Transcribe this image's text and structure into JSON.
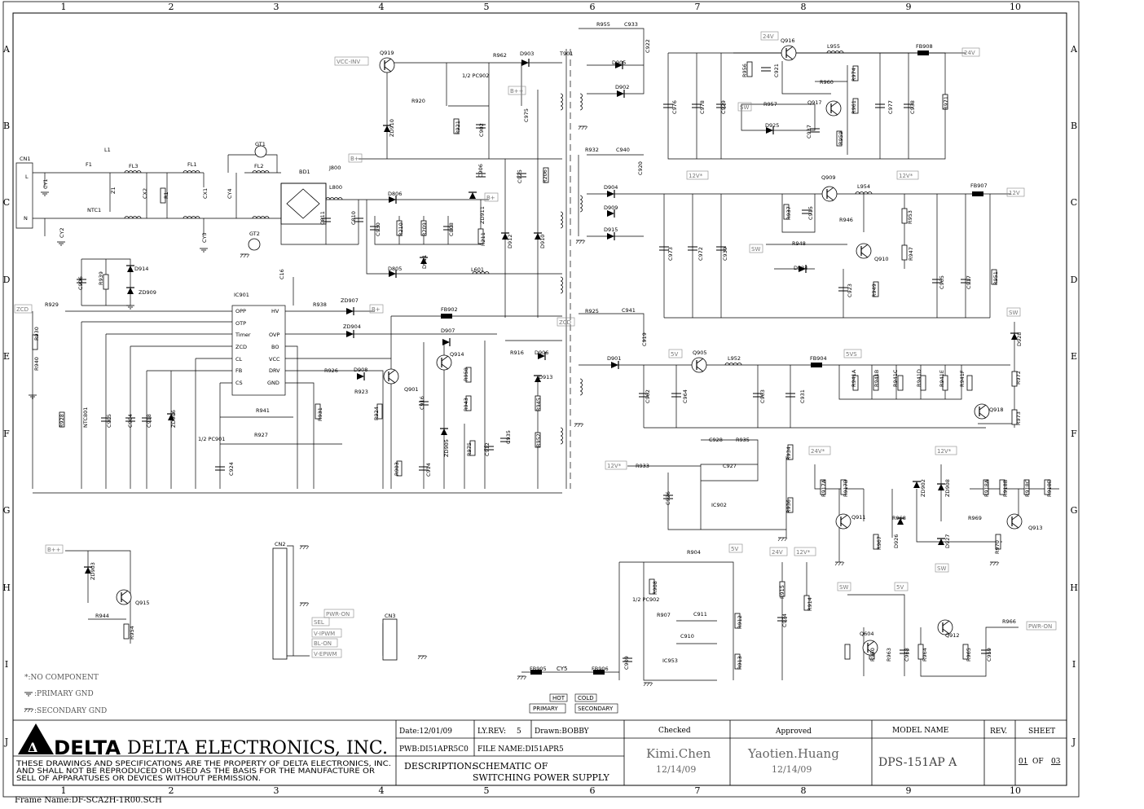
{
  "grid": {
    "columns": [
      "1",
      "2",
      "3",
      "4",
      "5",
      "6",
      "7",
      "8",
      "9",
      "10"
    ],
    "rows": [
      "A",
      "B",
      "C",
      "D",
      "E",
      "F",
      "G",
      "H",
      "I",
      "J"
    ]
  },
  "title_block": {
    "company": "DELTA ELECTRONICS, INC.",
    "logo_text": "DELTA",
    "disclaimer": [
      "THESE DRAWINGS AND SPECIFICATIONS ARE THE PROPERTY OF DELTA ELECTRONICS, INC.",
      "AND SHALL NOT BE REPRODUCED OR USED AS THE BASIS FOR THE MANUFACTURE OR",
      "SELL OF APPARATUSES OR DEVICES WITHOUT PERMISSION."
    ],
    "date": "Date:12/01/09",
    "ly_rev_label": "LY.REV:",
    "ly_rev": "5",
    "drawn": "Drawn:BOBBY",
    "pwb": "PWB:DI51APR5C0",
    "file_name": "FILE NAME:DI51APR5",
    "description_label": "DESCRIPTION:",
    "description_1": "SCHEMATIC OF",
    "description_2": "SWITCHING POWER SUPPLY",
    "checked_label": "Checked",
    "checked_by": "Kimi.Chen",
    "checked_date": "12/14/09",
    "approved_label": "Approved",
    "approved_by": "Yaotien.Huang",
    "approved_date": "12/14/09",
    "model_label": "MODEL NAME",
    "model": "DPS-151AP A",
    "rev_label": "REV.",
    "sheet_label": "SHEET",
    "sheet_no": "01",
    "of_label": "OF",
    "sheet_total": "03"
  },
  "legend": {
    "no_component": "*:NO COMPONENT",
    "primary_gnd": ":PRIMARY GND",
    "secondary_gnd": ":SECONDARY GND"
  },
  "frame_name": "Frame Name:DF-SCA2H-1R00.SCH",
  "isolation": {
    "hot": "HOT",
    "cold": "COLD",
    "primary": "PRIMARY",
    "secondary": "SECONDARY",
    "cap": "CY5"
  },
  "labels": [
    {
      "t": "CN1"
    },
    {
      "t": "L"
    },
    {
      "t": "N"
    },
    {
      "t": "F1"
    },
    {
      "t": "FL3"
    },
    {
      "t": "FL1"
    },
    {
      "t": "FL2"
    },
    {
      "t": "CY1"
    },
    {
      "t": "CY2"
    },
    {
      "t": "CY3"
    },
    {
      "t": "CY4"
    },
    {
      "t": "Z1"
    },
    {
      "t": "NTC1"
    },
    {
      "t": "CX2"
    },
    {
      "t": "R1"
    },
    {
      "t": "CX1"
    },
    {
      "t": "GT1"
    },
    {
      "t": "GT2"
    },
    {
      "t": "L1"
    },
    {
      "t": "BD1"
    },
    {
      "t": "J800"
    },
    {
      "t": "L800"
    },
    {
      "t": "C811"
    },
    {
      "t": "C810"
    },
    {
      "t": "C906"
    },
    {
      "t": "R939"
    },
    {
      "t": "D914"
    },
    {
      "t": "ZD909"
    },
    {
      "t": "C16"
    },
    {
      "t": "IC901"
    },
    {
      "t": "OPP"
    },
    {
      "t": "OTP"
    },
    {
      "t": "Timer"
    },
    {
      "t": "ZCD"
    },
    {
      "t": "CL"
    },
    {
      "t": "FB"
    },
    {
      "t": "CS"
    },
    {
      "t": "HV"
    },
    {
      "t": "OVP"
    },
    {
      "t": "BO"
    },
    {
      "t": "VCC"
    },
    {
      "t": "DRV"
    },
    {
      "t": "GND"
    },
    {
      "t": "R929"
    },
    {
      "t": "R930"
    },
    {
      "t": "R940"
    },
    {
      "t": "R928"
    },
    {
      "t": "NTC801"
    },
    {
      "t": "C905"
    },
    {
      "t": "C904"
    },
    {
      "t": "C918"
    },
    {
      "t": "ZD906"
    },
    {
      "t": "1/2 PC901"
    },
    {
      "t": "R941"
    },
    {
      "t": "R927"
    },
    {
      "t": "C924"
    },
    {
      "t": "R931"
    },
    {
      "t": "R938"
    },
    {
      "t": "ZD907"
    },
    {
      "t": "ZD904"
    },
    {
      "t": "R926"
    },
    {
      "t": "D908"
    },
    {
      "t": "R923"
    },
    {
      "t": "R924"
    },
    {
      "t": "Q901"
    },
    {
      "t": "R903"
    },
    {
      "t": "C916"
    },
    {
      "t": "Q914"
    },
    {
      "t": "R958"
    },
    {
      "t": "R943"
    },
    {
      "t": "ZD905"
    },
    {
      "t": "C914"
    },
    {
      "t": "R975"
    },
    {
      "t": "C912"
    },
    {
      "t": "C935"
    },
    {
      "t": "D907"
    },
    {
      "t": "FB902"
    },
    {
      "t": "R916"
    },
    {
      "t": "D906"
    },
    {
      "t": "D913"
    },
    {
      "t": "R945"
    },
    {
      "t": "R952"
    },
    {
      "t": "Q919"
    },
    {
      "t": "R920"
    },
    {
      "t": "ZD910"
    },
    {
      "t": "R921"
    },
    {
      "t": "C902"
    },
    {
      "t": "C906"
    },
    {
      "t": "1/2 PC902"
    },
    {
      "t": "R962"
    },
    {
      "t": "D903"
    },
    {
      "t": "T901"
    },
    {
      "t": "C975"
    },
    {
      "t": "C925"
    },
    {
      "t": "R206"
    },
    {
      "t": "D806"
    },
    {
      "t": "D805"
    },
    {
      "t": "C930"
    },
    {
      "t": "R210"
    },
    {
      "t": "R209"
    },
    {
      "t": "D911"
    },
    {
      "t": "C808"
    },
    {
      "t": "R211"
    },
    {
      "t": "ZD911"
    },
    {
      "t": "L601"
    },
    {
      "t": "D912"
    },
    {
      "t": "D910"
    },
    {
      "t": "R955"
    },
    {
      "t": "C933"
    },
    {
      "t": "C922"
    },
    {
      "t": "D905"
    },
    {
      "t": "D902"
    },
    {
      "t": "C976"
    },
    {
      "t": "C978"
    },
    {
      "t": "C929"
    },
    {
      "t": "R956"
    },
    {
      "t": "C921"
    },
    {
      "t": "Q916"
    },
    {
      "t": "L955"
    },
    {
      "t": "R960"
    },
    {
      "t": "R974"
    },
    {
      "t": "R961"
    },
    {
      "t": "R957"
    },
    {
      "t": "Q917"
    },
    {
      "t": "D925"
    },
    {
      "t": "C937"
    },
    {
      "t": "R959"
    },
    {
      "t": "C977"
    },
    {
      "t": "C938"
    },
    {
      "t": "FB908"
    },
    {
      "t": "R971"
    },
    {
      "t": "R932"
    },
    {
      "t": "C940"
    },
    {
      "t": "C920"
    },
    {
      "t": "D904"
    },
    {
      "t": "D909"
    },
    {
      "t": "D915"
    },
    {
      "t": "C973"
    },
    {
      "t": "C972"
    },
    {
      "t": "C939"
    },
    {
      "t": "R937"
    },
    {
      "t": "C915"
    },
    {
      "t": "Q909"
    },
    {
      "t": "L954"
    },
    {
      "t": "R946"
    },
    {
      "t": "R953"
    },
    {
      "t": "FB907"
    },
    {
      "t": "R948"
    },
    {
      "t": "D924"
    },
    {
      "t": "Q910"
    },
    {
      "t": "R947"
    },
    {
      "t": "C923"
    },
    {
      "t": "R949"
    },
    {
      "t": "C965"
    },
    {
      "t": "C917"
    },
    {
      "t": "R951"
    },
    {
      "t": "R925"
    },
    {
      "t": "C941"
    },
    {
      "t": "C919"
    },
    {
      "t": "D901"
    },
    {
      "t": "Q905"
    },
    {
      "t": "L952"
    },
    {
      "t": "FB904"
    },
    {
      "t": "C962"
    },
    {
      "t": "C964"
    },
    {
      "t": "C963"
    },
    {
      "t": "C931"
    },
    {
      "t": "R941A"
    },
    {
      "t": "R941B"
    },
    {
      "t": "R941C"
    },
    {
      "t": "R941D"
    },
    {
      "t": "R941E"
    },
    {
      "t": "R941F"
    },
    {
      "t": "Q918"
    },
    {
      "t": "D928"
    },
    {
      "t": "R972"
    },
    {
      "t": "R973"
    },
    {
      "t": "C928"
    },
    {
      "t": "R935"
    },
    {
      "t": "C927"
    },
    {
      "t": "R933"
    },
    {
      "t": "C926"
    },
    {
      "t": "IC902"
    },
    {
      "t": "R934"
    },
    {
      "t": "R936"
    },
    {
      "t": "R917A"
    },
    {
      "t": "R917B"
    },
    {
      "t": "Q911"
    },
    {
      "t": "R968"
    },
    {
      "t": "ZD902"
    },
    {
      "t": "R967"
    },
    {
      "t": "D926"
    },
    {
      "t": "ZD908"
    },
    {
      "t": "R918A"
    },
    {
      "t": "R918B"
    },
    {
      "t": "R918C"
    },
    {
      "t": "R918D"
    },
    {
      "t": "R969"
    },
    {
      "t": "Q913"
    },
    {
      "t": "D927"
    },
    {
      "t": "R970"
    },
    {
      "t": "ZD903"
    },
    {
      "t": "Q915"
    },
    {
      "t": "R944"
    },
    {
      "t": "R954"
    },
    {
      "t": "CN2"
    },
    {
      "t": "CN3"
    },
    {
      "t": "R904"
    },
    {
      "t": "R908"
    },
    {
      "t": "1/2 PC902"
    },
    {
      "t": "R907"
    },
    {
      "t": "C911"
    },
    {
      "t": "C910"
    },
    {
      "t": "R912"
    },
    {
      "t": "R913"
    },
    {
      "t": "C909"
    },
    {
      "t": "IC953"
    },
    {
      "t": "R915"
    },
    {
      "t": "C934"
    },
    {
      "t": "R914"
    },
    {
      "t": "Q604"
    },
    {
      "t": "R950"
    },
    {
      "t": "R963"
    },
    {
      "t": "C968"
    },
    {
      "t": "Q912"
    },
    {
      "t": "R964"
    },
    {
      "t": "R965"
    },
    {
      "t": "C959"
    },
    {
      "t": "R966"
    },
    {
      "t": "FB905"
    },
    {
      "t": "FB906"
    }
  ],
  "nets": [
    {
      "t": "VCC-INV"
    },
    {
      "t": "B+"
    },
    {
      "t": "B++"
    },
    {
      "t": "ZCD"
    },
    {
      "t": "24V"
    },
    {
      "t": "SW"
    },
    {
      "t": "12V"
    },
    {
      "t": "5VS"
    },
    {
      "t": "5V"
    },
    {
      "t": "24V*"
    },
    {
      "t": "12V*"
    },
    {
      "t": "PWR-ON"
    },
    {
      "t": "SEL"
    },
    {
      "t": "V-IPWM"
    },
    {
      "t": "BL-ON"
    },
    {
      "t": "V-EPWM"
    }
  ]
}
